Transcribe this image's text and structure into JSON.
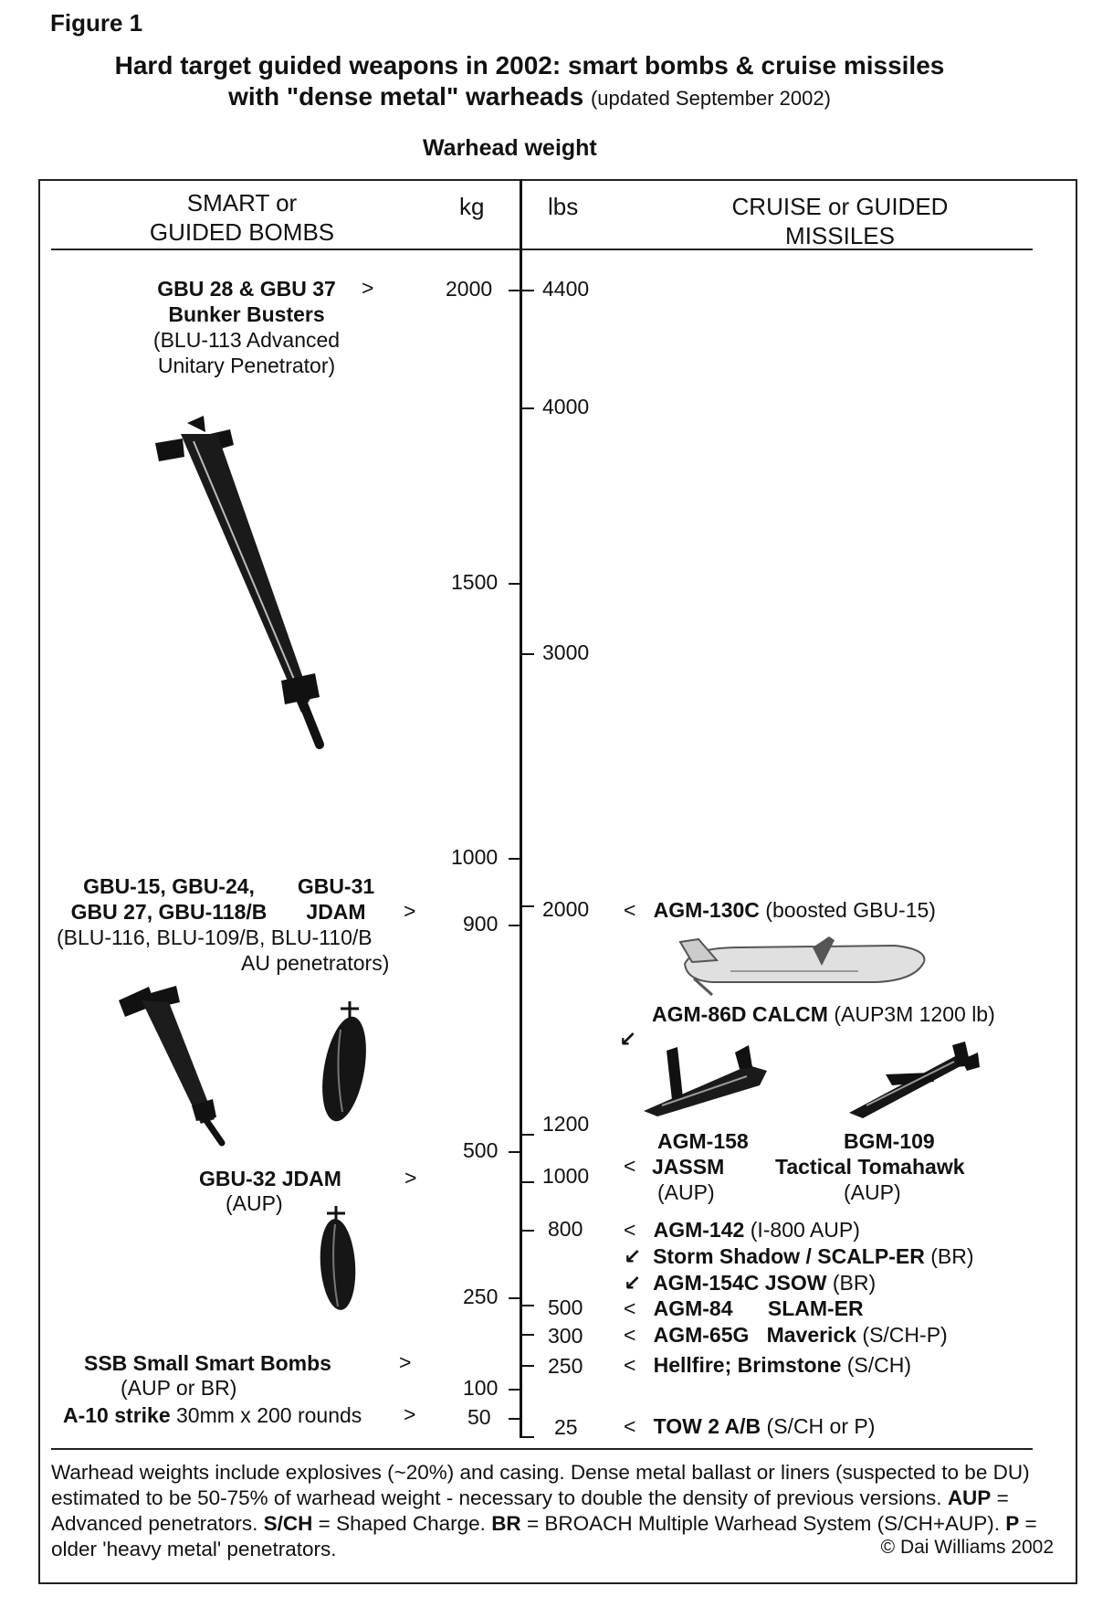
{
  "figure_label": "Figure 1",
  "title_line1": "Hard target guided weapons in 2002: smart bombs  & cruise missiles",
  "title_line2_bold": "with \"dense metal\" warheads",
  "title_line2_note": "(updated September 2002)",
  "axis_title": "Warhead weight",
  "headers": {
    "left_line1": "SMART or",
    "left_line2": "GUIDED BOMBS",
    "kg": "kg",
    "lbs": "lbs",
    "right_line1": "CRUISE or GUIDED",
    "right_line2": "MISSILES"
  },
  "kg_ticks": [
    "2000",
    "1500",
    "1000",
    "900",
    "500",
    "250",
    "100",
    "50"
  ],
  "lbs_ticks": [
    "4400",
    "4000",
    "3000",
    "2000",
    "1200",
    "1000",
    "800",
    "500",
    "300",
    "250",
    "25"
  ],
  "bombs": {
    "gbu28": {
      "line1": "GBU 28 & GBU 37",
      "arrow": ">",
      "line2": "Bunker Busters",
      "line3": "(BLU-113 Advanced",
      "line4": "Unitary Penetrator)"
    },
    "gbu15": {
      "line1": "GBU-15, GBU-24,",
      "line2": "GBU 27, GBU-118/B",
      "line3": "(BLU-116, BLU-109/B, BLU-110/B",
      "line4": "AU penetrators)"
    },
    "gbu31": {
      "line1": "GBU-31",
      "line2": "JDAM",
      "arrow": ">"
    },
    "gbu32": {
      "line1": "GBU-32  JDAM",
      "arrow": ">",
      "line2": "(AUP)"
    },
    "ssb": {
      "line1": "SSB Small Smart Bombs",
      "arrow": ">",
      "line2": "(AUP or BR)"
    },
    "a10": {
      "bold": "A-10 strike",
      "rest": " 30mm x 200 rounds",
      "arrow": ">"
    }
  },
  "missiles": {
    "agm130": {
      "arrow": "<",
      "bold": "AGM-130C",
      "rest": " (boosted GBU-15)"
    },
    "agm86": {
      "bold": "AGM-86D CALCM",
      "rest": " (AUP3M 1200 lb)",
      "arrow": "↙"
    },
    "agm158": {
      "line1": "AGM-158",
      "arrow": "<",
      "line2": "JASSM",
      "line3": "(AUP)"
    },
    "bgm109": {
      "line1": "BGM-109",
      "line2": "Tactical Tomahawk",
      "line3": "(AUP)"
    },
    "agm142": {
      "arrow": "<",
      "bold": "AGM-142",
      "rest": " (I-800 AUP)"
    },
    "storm": {
      "arrow": "↙",
      "bold": "Storm Shadow / SCALP-ER",
      "rest": " (BR)"
    },
    "jsow": {
      "arrow": "↙",
      "bold": "AGM-154C JSOW",
      "rest": "  (BR)"
    },
    "agm84": {
      "arrow": "<",
      "bold": "AGM-84      SLAM-ER",
      "rest": ""
    },
    "agm65": {
      "arrow": "<",
      "bold": "AGM-65G   Maverick",
      "rest": " (S/CH-P)"
    },
    "hellfire": {
      "arrow": "<",
      "bold": "Hellfire; Brimstone",
      "rest": " (S/CH)"
    },
    "tow": {
      "arrow": "<",
      "bold": "TOW 2 A/B",
      "rest": " (S/CH or P)"
    }
  },
  "footnote": {
    "t1": "Warhead weights include explosives (~20%) and casing.  Dense metal ballast or liners (suspected to be DU) estimated to be 50-75% of warhead weight - necessary to double the density of previous versions.  ",
    "aup_b": "AUP",
    "aup_t": " = Advanced penetrators.  ",
    "sch_b": "S/CH",
    "sch_t": " = Shaped Charge. ",
    "br_b": "BR",
    "br_t": " = BROACH Multiple Warhead System (S/CH+AUP).  ",
    "p_b": "P",
    "p_t": " = older 'heavy metal' penetrators.",
    "copyright": "© Dai Williams 2002"
  }
}
